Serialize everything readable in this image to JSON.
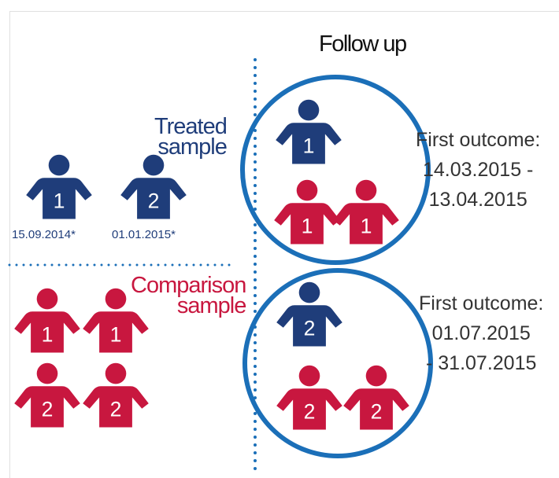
{
  "title": "Follow up",
  "treated": {
    "label_line1": "Treated",
    "label_line2": "sample",
    "persons": [
      {
        "number": "1",
        "date": "15.09.2014*"
      },
      {
        "number": "2",
        "date": "01.01.2015*"
      }
    ]
  },
  "comparison": {
    "label_line1": "Comparison",
    "label_line2": "sample",
    "persons": [
      "1",
      "1",
      "2",
      "2"
    ]
  },
  "followup_1": {
    "treated": "1",
    "comparison": [
      "1",
      "1"
    ],
    "outcome_title": "First outcome:",
    "outcome_from": "14.03.2015 -",
    "outcome_to": "13.04.2015"
  },
  "followup_2": {
    "treated": "2",
    "comparison": [
      "2",
      "2"
    ],
    "outcome_title": "First outcome:",
    "outcome_from": "01.07.2015",
    "outcome_to": "- 31.07.2015"
  },
  "colors": {
    "treated": "#1f3d7a",
    "comparison": "#c8173f",
    "circle": "#1b6fb8",
    "divider": "#1b6fb8"
  }
}
